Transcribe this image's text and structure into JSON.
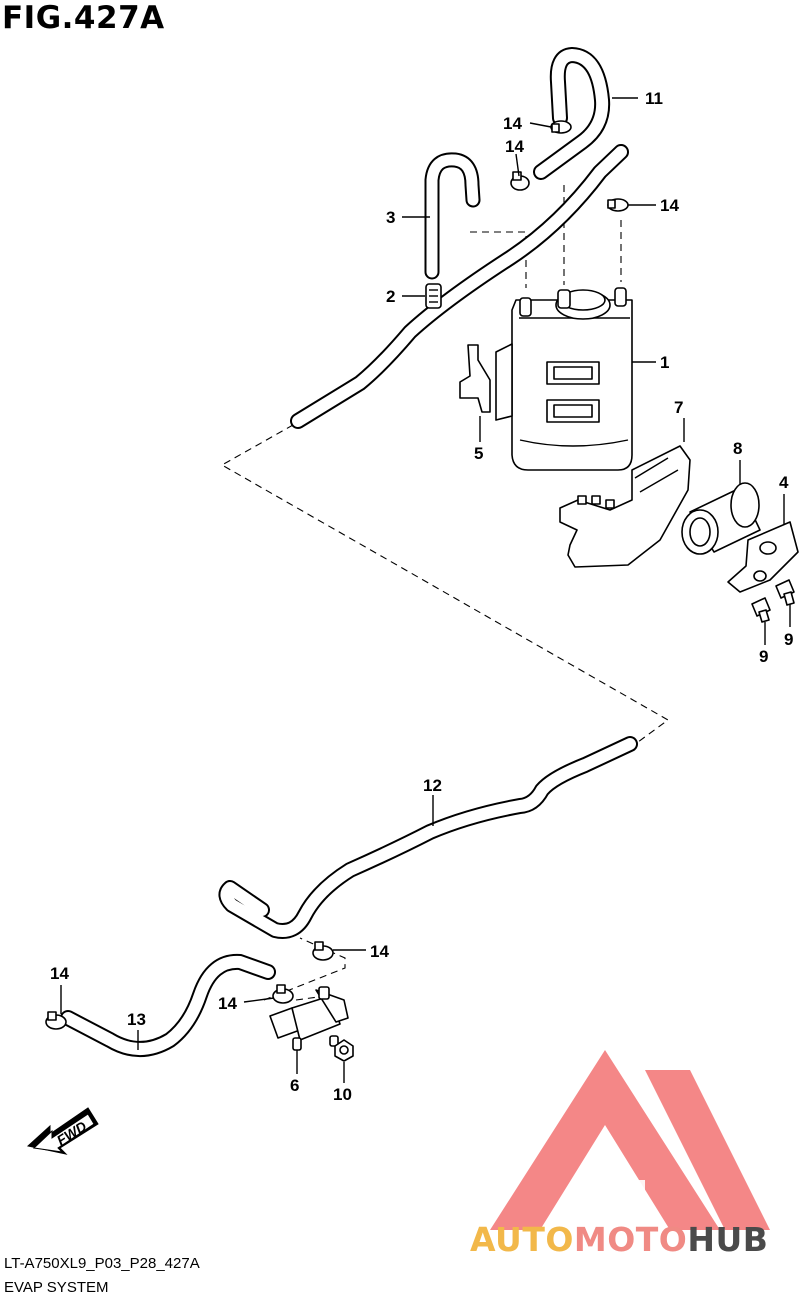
{
  "figure": {
    "title": "FIG.427A"
  },
  "callouts": {
    "c1": "1",
    "c2": "2",
    "c3": "3",
    "c4": "4",
    "c5": "5",
    "c6": "6",
    "c7": "7",
    "c8": "8",
    "c9a": "9",
    "c9b": "9",
    "c10": "10",
    "c11": "11",
    "c12": "12",
    "c13": "13",
    "c14a": "14",
    "c14b": "14",
    "c14c": "14",
    "c14d": "14",
    "c14e": "14",
    "c14f": "14"
  },
  "fwd_arrow": {
    "label": "FWD"
  },
  "footer": {
    "code": "LT-A750XL9_P03_P28_427A",
    "name": "EVAP SYSTEM"
  },
  "watermark": {
    "part1": "AUTO",
    "part2": "MOTO",
    "part3": "HUB",
    "colors": {
      "auto": "#f2b84a",
      "moto": "#f08a84",
      "hub": "#4a4a4a",
      "logo": "#f26d6d"
    }
  }
}
